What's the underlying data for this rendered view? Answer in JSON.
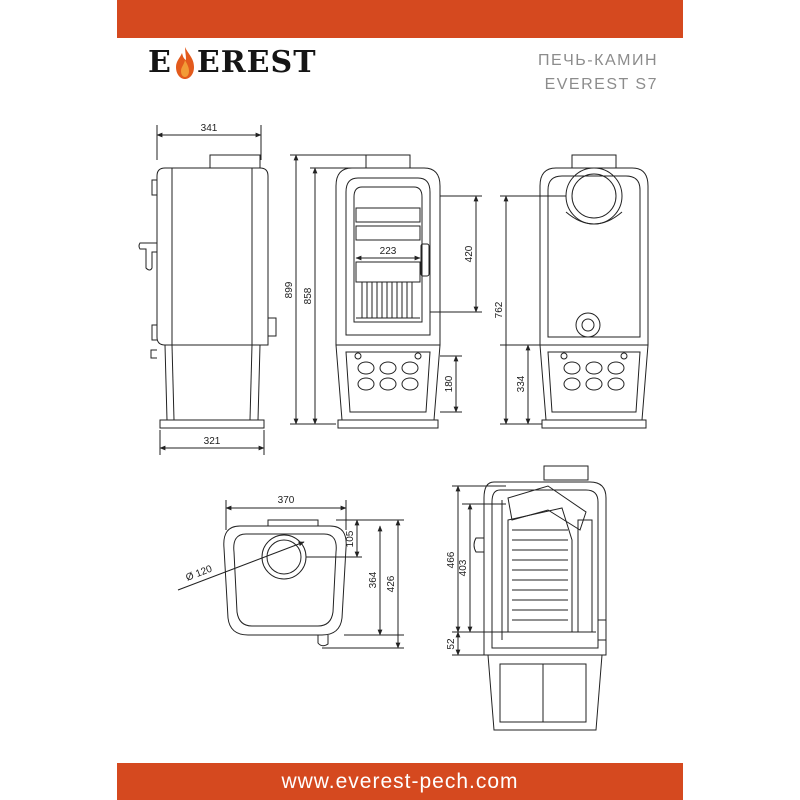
{
  "brand": {
    "name_prefix": "E",
    "name_suffix": "EREST",
    "accent": "#e35a1c"
  },
  "header": {
    "product_type": "ПЕЧЬ-КАМИН",
    "product_model": "EVEREST S7"
  },
  "footer": {
    "website": "www.everest-pech.com"
  },
  "colors": {
    "band": "#d5491f",
    "line": "#222222",
    "muted": "#8c8c8c"
  },
  "dimensions": {
    "side_top_width": "341",
    "side_base_width": "321",
    "total_height": "899",
    "body_height": "858",
    "door_height": "420",
    "door_width": "223",
    "ashpan_height": "180",
    "rear_upper_height": "762",
    "rear_lower_height": "334",
    "top_width": "370",
    "flue_diameter": "Ø 120",
    "flue_offset": "105",
    "top_depth_inner": "364",
    "top_depth_outer": "426",
    "section_height": "466",
    "firebox_height": "403",
    "grate_height": "52"
  }
}
